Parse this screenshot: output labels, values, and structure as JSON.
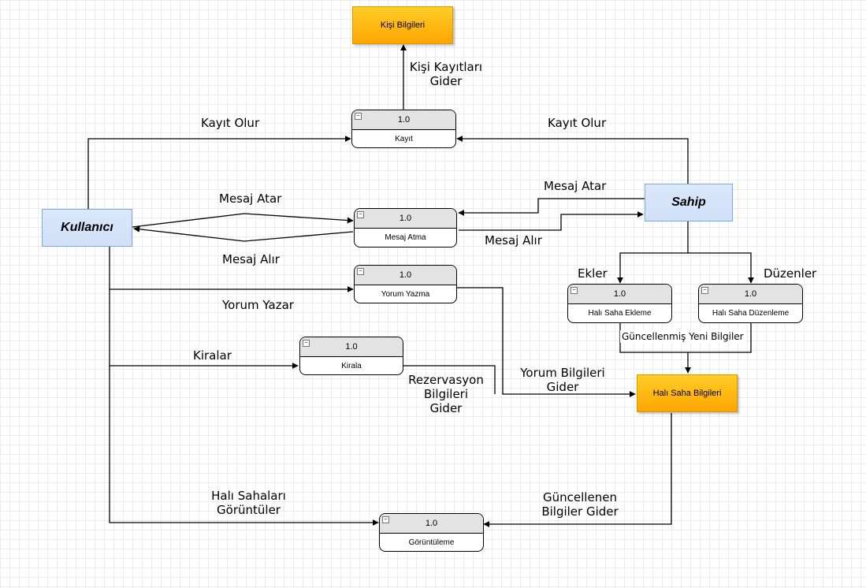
{
  "entities": {
    "kullanici": "Kullanıcı",
    "sahip": "Sahip"
  },
  "stores": {
    "kisi_bilgileri": "Kişi Bilgileri",
    "hali_saha_bilgileri": "Halı Saha Bilgileri"
  },
  "processes": {
    "kayit": {
      "version": "1.0",
      "name": "Kayıt"
    },
    "mesaj_atma": {
      "version": "1.0",
      "name": "Mesaj Atma"
    },
    "yorum_yazma": {
      "version": "1.0",
      "name": "Yorum Yazma"
    },
    "kirala": {
      "version": "1.0",
      "name": "Kirala"
    },
    "hali_saha_ekleme": {
      "version": "1.0",
      "name": "Halı Saha Ekleme"
    },
    "hali_saha_duzenleme": {
      "version": "1.0",
      "name": "Halı Saha Düzenleme"
    },
    "goruntuleme": {
      "version": "1.0",
      "name": "Görüntüleme"
    }
  },
  "edge_labels": {
    "kisi_kayitlari_l1": "Kişi Kayıtları",
    "kisi_kayitlari_l2": "Gider",
    "kayit_olur_left": "Kayıt Olur",
    "kayit_olur_right": "Kayıt Olur",
    "mesaj_atar_left": "Mesaj Atar",
    "mesaj_alir_left": "Mesaj Alır",
    "mesaj_atar_right": "Mesaj Atar",
    "mesaj_alir_right": "Mesaj Alır",
    "ekler": "Ekler",
    "duzenler": "Düzenler",
    "yorum_yazar": "Yorum Yazar",
    "kiralar": "Kiralar",
    "rezervasyon_l1": "Rezervasyon",
    "rezervasyon_l2": "Bilgileri",
    "rezervasyon_l3": "Gider",
    "yorum_bilgileri_l1": "Yorum Bilgileri",
    "yorum_bilgileri_l2": "Gider",
    "guncellenmis": "Güncellenmiş Yeni Bilgiler",
    "hali_sahalari_l1": "Halı Sahaları",
    "hali_sahalari_l2": "Görüntüler",
    "guncellenen_l1": "Güncellenen",
    "guncellenen_l2": "Bilgiler Gider"
  }
}
